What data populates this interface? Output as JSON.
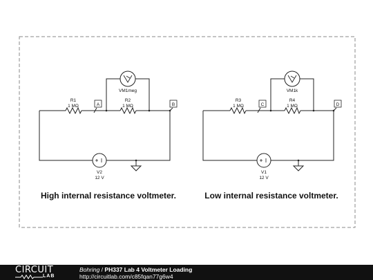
{
  "left_circuit": {
    "resistor_1": {
      "name": "R1",
      "value": "1 MΩ"
    },
    "resistor_2": {
      "name": "R2",
      "value": "1 MΩ"
    },
    "voltmeter": {
      "name": "VM1meg"
    },
    "source": {
      "name": "V2",
      "value": "12 V"
    },
    "node_a": "A",
    "node_b": "B",
    "caption": "High internal resistance voltmeter."
  },
  "right_circuit": {
    "resistor_1": {
      "name": "R3",
      "value": "1 MΩ"
    },
    "resistor_2": {
      "name": "R4",
      "value": "1 MΩ"
    },
    "voltmeter": {
      "name": "VM1k"
    },
    "source": {
      "name": "V1",
      "value": "12 V"
    },
    "node_a": "C",
    "node_b": "D",
    "caption": "Low internal resistance voltmeter."
  },
  "footer": {
    "logo_top": "CIRCUIT",
    "logo_bottom": "LAB",
    "author": "Bohring",
    "separator": " / ",
    "title": "PH337 Lab 4 Voltmeter Loading",
    "url": "http://circuitlab.com/c85fqan77g6w4"
  },
  "colors": {
    "footer_bg": "#111111",
    "wire": "#222222",
    "frame": "#888888"
  }
}
